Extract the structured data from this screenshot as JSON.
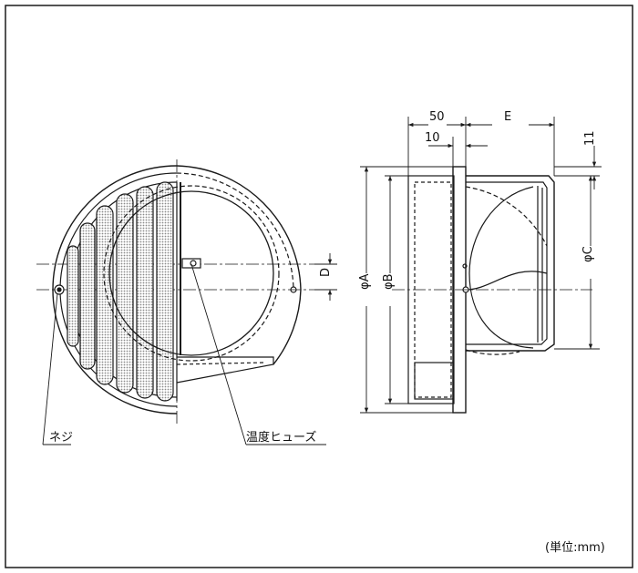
{
  "labels": {
    "screw": "ネジ",
    "fuse": "温度ヒューズ",
    "unit": "(単位:mm)"
  },
  "dimensions": {
    "d50": "50",
    "d10": "10",
    "dE": "E",
    "d11": "11",
    "dD": "D",
    "phiA": "φA",
    "phiB": "φB",
    "phiC": "φC"
  },
  "colors": {
    "line": "#1a1a1a",
    "mesh": "#9a9a9a",
    "shade": "#d8d8d8"
  }
}
